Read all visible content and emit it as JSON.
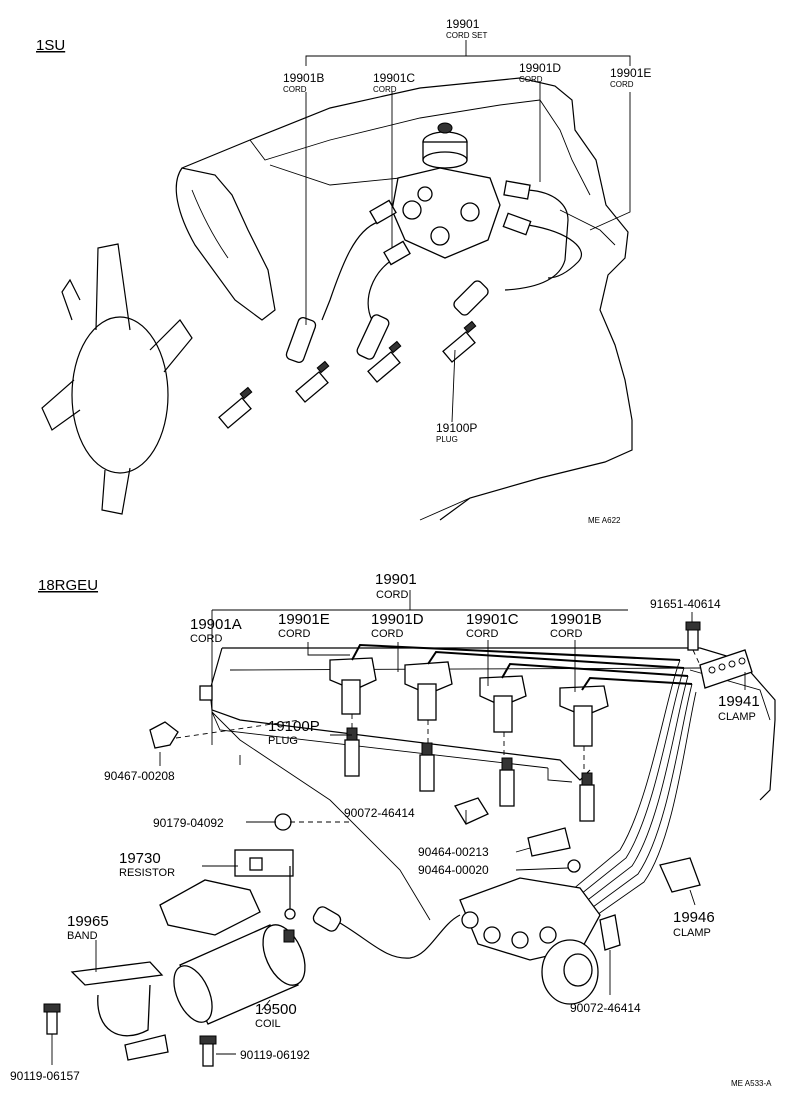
{
  "section_1": {
    "engine_code": "1SU",
    "cord_set": {
      "number": "19901",
      "name": "CORD SET"
    },
    "cords": [
      {
        "number": "19901B",
        "name": "CORD"
      },
      {
        "number": "19901C",
        "name": "CORD"
      },
      {
        "number": "19901D",
        "name": "CORD"
      },
      {
        "number": "19901E",
        "name": "CORD"
      }
    ],
    "plug": {
      "number": "19100P",
      "name": "PLUG"
    },
    "ref_code": "ME  A622"
  },
  "section_2": {
    "engine_code": "18RGEU",
    "cord_group": {
      "number": "19901",
      "name": "CORD"
    },
    "cord_a": {
      "number": "19901A",
      "name": "CORD"
    },
    "cords": [
      {
        "number": "19901E",
        "name": "CORD"
      },
      {
        "number": "19901D",
        "name": "CORD"
      },
      {
        "number": "19901C",
        "name": "CORD"
      },
      {
        "number": "19901B",
        "name": "CORD"
      }
    ],
    "plug": {
      "number": "19100P",
      "name": "PLUG"
    },
    "clamp_bolt": {
      "number": "91651-40614"
    },
    "clamp_19941": {
      "number": "19941",
      "name": "CLAMP"
    },
    "clamp_19946": {
      "number": "19946",
      "name": "CLAMP"
    },
    "clip_90467": {
      "number": "90467-00208"
    },
    "clip_90072_a": {
      "number": "90072-46414"
    },
    "clip_90072_b": {
      "number": "90072-46414"
    },
    "nut": {
      "number": "90179-04092"
    },
    "resistor": {
      "number": "19730",
      "name": "RESISTOR"
    },
    "grommet_1": {
      "number": "90464-00213"
    },
    "grommet_2": {
      "number": "90464-00020"
    },
    "band": {
      "number": "19965",
      "name": "BAND"
    },
    "coil": {
      "number": "19500",
      "name": "COIL"
    },
    "bolt_1": {
      "number": "90119-06157"
    },
    "bolt_2": {
      "number": "90119-06192"
    },
    "ref_code": "ME  A533-A"
  }
}
